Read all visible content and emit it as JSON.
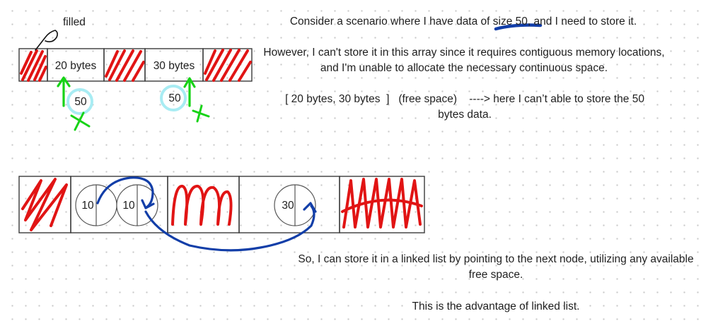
{
  "top_array": {
    "filled_label": "filled",
    "cells": [
      {
        "state": "filled"
      },
      {
        "state": "free",
        "label": "20 bytes"
      },
      {
        "state": "filled"
      },
      {
        "state": "free",
        "label": "30 bytes"
      },
      {
        "state": "filled"
      }
    ],
    "attempts": [
      {
        "label": "50",
        "mark": "cross"
      },
      {
        "label": "50",
        "mark": "cross"
      }
    ]
  },
  "linked_list": {
    "cells": [
      {
        "state": "filled"
      },
      {
        "state": "free",
        "nodes": [
          "10",
          "10"
        ]
      },
      {
        "state": "filled"
      },
      {
        "state": "free",
        "nodes": [
          "30"
        ]
      },
      {
        "state": "filled"
      }
    ]
  },
  "notes": {
    "scenario": "Consider a scenario where I have data of size 50, and I need to store it.",
    "problem": "However, I can't store it in this array since it requires contiguous memory locations, and I'm unable to allocate the necessary continuous space.",
    "example_line1": "[ 20 bytes, 30 bytes  ]   (free space)    ----> here I can’t able to store the 50",
    "example_line2": "bytes data.",
    "solution": "So, I can store it in a linked list by pointing to the next node, utilizing any available free space.",
    "advantage": "This is the advantage of linked list."
  },
  "colors": {
    "fill": "#e11414",
    "arrow_up": "#17d317",
    "cross": "#17d317",
    "attempt_circle": "#a8ecf3",
    "pointer": "#123ea8",
    "border": "#3a3a3a"
  }
}
